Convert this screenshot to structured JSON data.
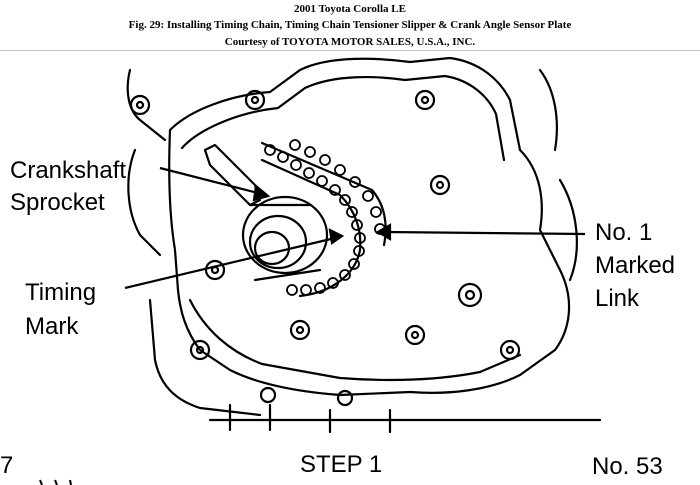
{
  "header": {
    "title": "2001 Toyota Corolla LE",
    "figure_caption": "Fig. 29: Installing Timing Chain, Timing Chain Tensioner Slipper & Crank Angle Sensor Plate",
    "courtesy": "Courtesy of TOYOTA MOTOR SALES, U.S.A., INC."
  },
  "callouts": {
    "crankshaft_sprocket": [
      "Crankshaft",
      "Sprocket"
    ],
    "timing_mark": [
      "Timing",
      "Mark"
    ],
    "marked_link": [
      "No. 1",
      "Marked",
      "Link"
    ]
  },
  "footer": {
    "left_fragment": "7",
    "step": "STEP 1",
    "number": "No. 53"
  }
}
